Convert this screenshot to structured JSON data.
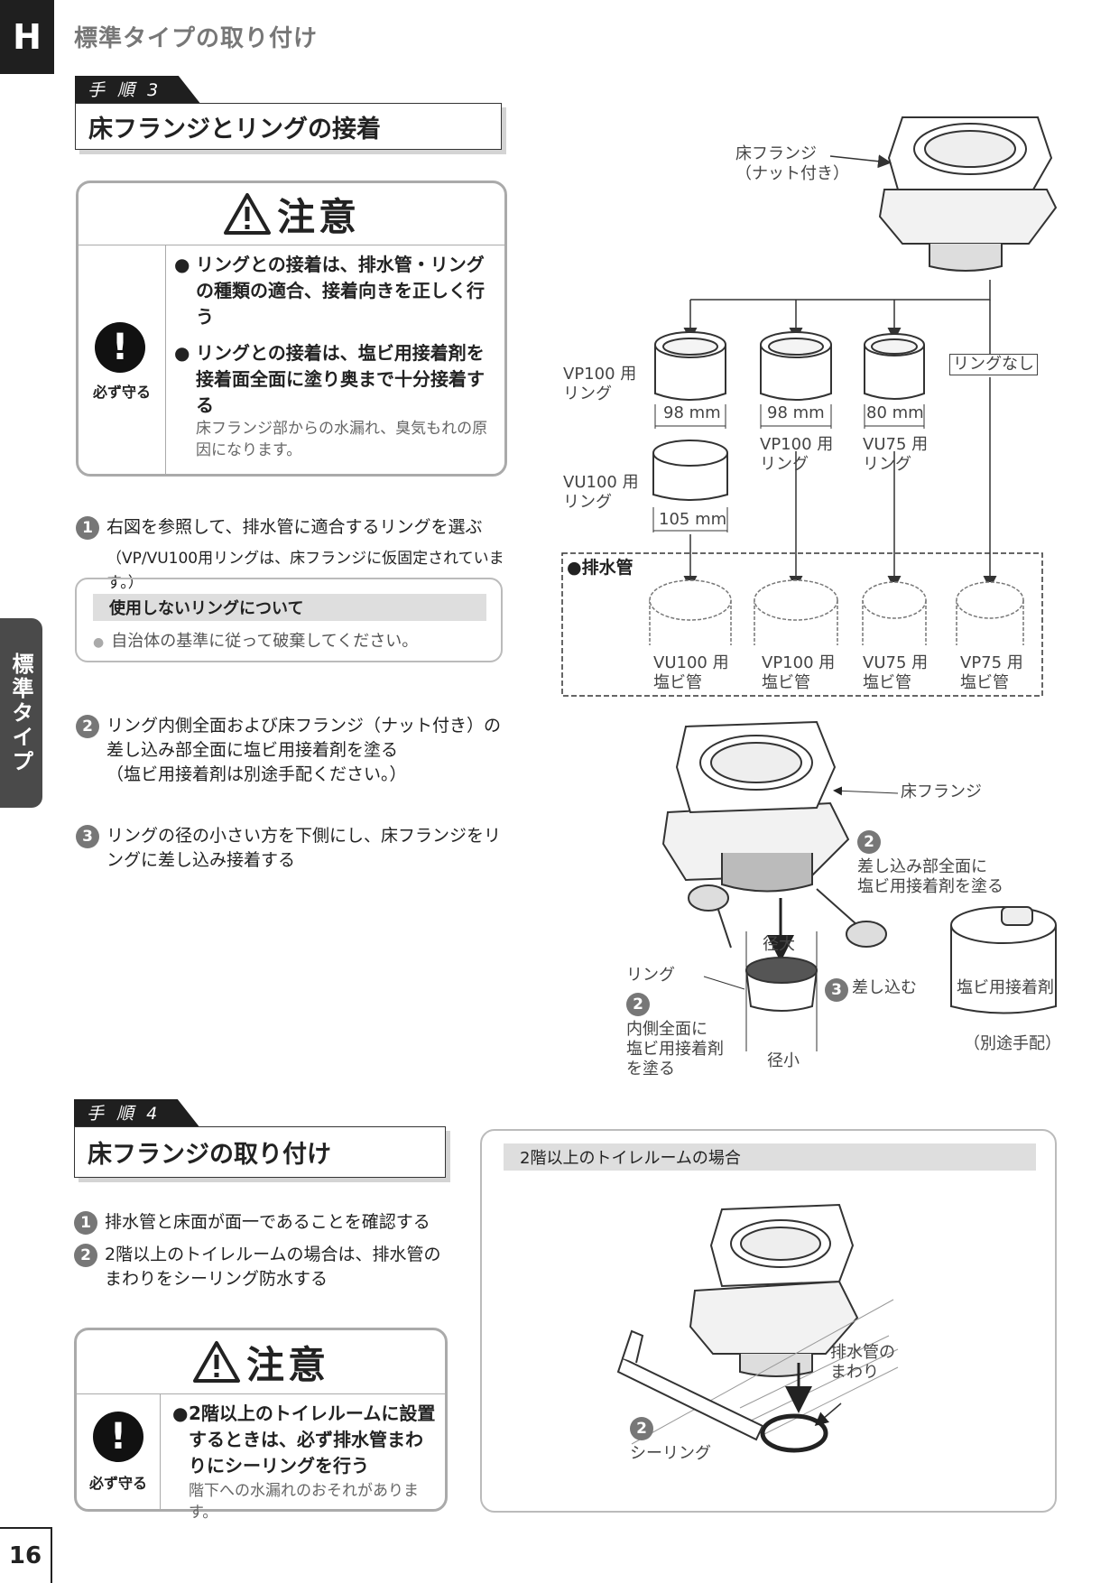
{
  "header": {
    "section_letter": "H",
    "title": "標準タイプの取り付け"
  },
  "side_tab": {
    "label": "標準タイプ"
  },
  "page_number": "16",
  "step3": {
    "tag": "手 順 3",
    "title": "床フランジとリングの接着",
    "caution": {
      "heading": "注意",
      "must_label": "必ず守る",
      "bullets": [
        "リングとの接着は、排水管・リングの種類の適合、接着向きを正しく行う",
        "リングとの接着は、塩ビ用接着剤を接着面全面に塗り奥まで十分接着する"
      ],
      "note": "床フランジ部からの水漏れ、臭気もれの原因になります。"
    },
    "items": [
      {
        "num": "1",
        "text": "右図を参照して、排水管に適合するリングを選ぶ",
        "sub": "（VP/VU100用リングは、床フランジに仮固定されています。）"
      },
      {
        "num": "2",
        "text": "リング内側全面および床フランジ（ナット付き）の差し込み部全面に塩ビ用接着剤を塗る",
        "sub": "（塩ビ用接着剤は別途手配ください。）"
      },
      {
        "num": "3",
        "text": "リングの径の小さい方を下側にし、床フランジをリングに差し込み接着する"
      }
    ],
    "unused_box": {
      "title": "使用しないリングについて",
      "text": "自治体の基準に従って破棄してください。"
    },
    "diagram": {
      "flange_label": "床フランジ\n（ナット付き）",
      "no_ring": "リングなし",
      "rings": [
        {
          "name": "VP100 用\nリング",
          "size": "98 mm"
        },
        {
          "name": "VP100 用\nリング",
          "size": "98 mm"
        },
        {
          "name": "VU75 用\nリング",
          "size": "80 mm"
        },
        {
          "name": "VU100 用\nリング",
          "size": "105 mm"
        }
      ],
      "pipe_title": "●排水管",
      "pipes": [
        "VU100 用\n塩ビ管",
        "VP100 用\n塩ビ管",
        "VU75 用\n塩ビ管",
        "VP75 用\n塩ビ管"
      ]
    },
    "assembly": {
      "flange": "床フランジ",
      "step2_flange": "差し込み部全面に\n塩ビ用接着剤を塗る",
      "big": "径大",
      "small": "径小",
      "ring": "リング",
      "step2_ring": "内側全面に\n塩ビ用接着剤\nを塗る",
      "insert": "差し込む",
      "adhesive": "塩ビ用接着剤",
      "adhesive_note": "（別途手配）"
    }
  },
  "step4": {
    "tag": "手 順 4",
    "title": "床フランジの取り付け",
    "items": [
      {
        "num": "1",
        "text": "排水管と床面が面一であることを確認する"
      },
      {
        "num": "2",
        "text": "2階以上のトイレルームの場合は、排水管のまわりをシーリング防水する"
      }
    ],
    "caution": {
      "heading": "注意",
      "must_label": "必ず守る",
      "bullet": "2階以上のトイレルームに設置するときは、必ず排水管まわりにシーリングを行う",
      "note": "階下への水漏れのおそれがあります。"
    },
    "panel": {
      "title": "2階以上のトイレルームの場合",
      "pipe_label": "排水管の\nまわり",
      "sealing": "シーリング",
      "num": "2"
    }
  }
}
